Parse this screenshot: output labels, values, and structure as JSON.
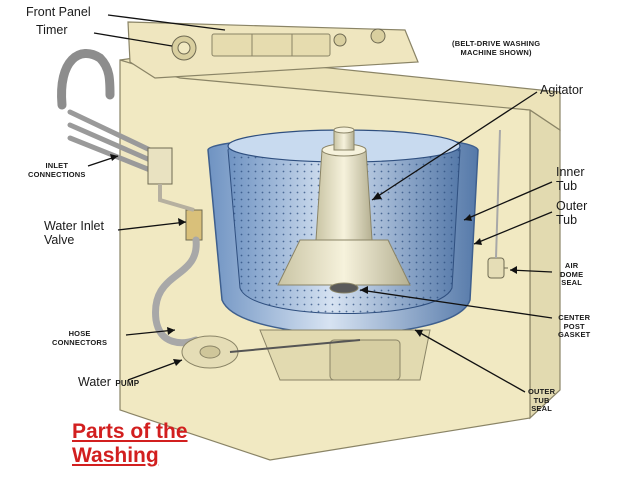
{
  "labels": {
    "front_panel": "Front Panel",
    "timer": "Timer",
    "belt_drive_note_1": "(BELT-DRIVE WASHING",
    "belt_drive_note_2": "MACHINE SHOWN)",
    "agitator": "Agitator",
    "inlet_connections_1": "INLET",
    "inlet_connections_2": "CONNECTIONS",
    "inner_tub_1": "Inner",
    "inner_tub_2": "Tub",
    "outer_tub_1": "Outer",
    "outer_tub_2": "Tub",
    "water_inlet_valve_1": "Water Inlet",
    "water_inlet_valve_2": "Valve",
    "air_dome_seal_1": "AIR",
    "air_dome_seal_2": "DOME",
    "air_dome_seal_3": "SEAL",
    "center_post_gasket_1": "CENTER",
    "center_post_gasket_2": "POST",
    "center_post_gasket_3": "GASKET",
    "hose_connectors_1": "HOSE",
    "hose_connectors_2": "CONNECTORS",
    "water_pump_a": "Water",
    "water_pump_b": "PUMP",
    "outer_tub_seal_1": "OUTER",
    "outer_tub_seal_2": "TUB",
    "outer_tub_seal_3": "SEAL"
  },
  "title": {
    "line1": "Parts of the",
    "line2": "Washing"
  },
  "colors": {
    "cabinet": "#f3ecc6",
    "cabinet_stroke": "#8a8466",
    "tub_blue": "#5f86b8",
    "tub_light": "#b9cde6",
    "title_red": "#d21f1f"
  }
}
